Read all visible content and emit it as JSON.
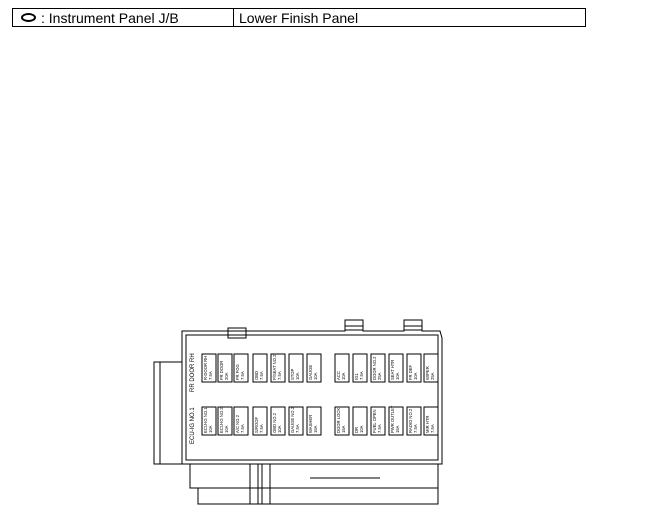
{
  "header": {
    "symbol_icon": "oval-symbol-icon",
    "location_label": ": Instrument Panel J/B",
    "location_detail": "Lower Finish Panel"
  },
  "fusebox": {
    "top_side_label": "RR DOOR RH",
    "bottom_side_label": "ECU-IG NO.1",
    "top_row_labels": [
      "R-DOOR RH\n7.5A",
      "FR DOOR\n20A",
      "FR FOG\n7.5A",
      "OBD\n7.5A",
      "P/SEAT NO.2\n7.5A",
      "STOP\n10A",
      "GAUGE\n10A",
      "ACC\n10A",
      "IG1\n7.5A",
      "DOOR NO.2\n25A",
      "SEAT HTR\n10A",
      "FR DEF\n10A",
      "WIPER\n25A"
    ],
    "bottom_row_labels": [
      "ECU-IG NO.1\n10A",
      "ECU-IG NO.2\n10A",
      "A/C NO.2\n7.5A",
      "S/ROOF\n7.5A",
      "OBD NO.2\n10A",
      "GAUGE NO.2\n7.5A",
      "WASHER\n15A",
      "DOOR LOCK\n15A",
      "DR\n10A",
      "FUEL OPEN\n7.5A",
      "PWR OUTLET\n15A",
      "RADIO NO.2\n7.5A",
      "MIR HTR\n7.5A"
    ]
  }
}
